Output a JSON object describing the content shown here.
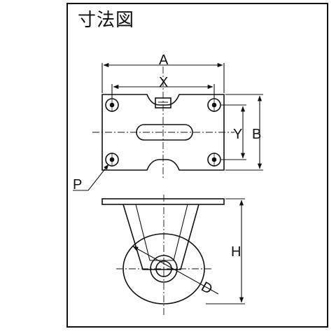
{
  "title": "寸法図",
  "labels": {
    "A": "A",
    "X": "X",
    "Y": "Y",
    "B": "B",
    "P": "P",
    "H": "H",
    "D": "D"
  }
}
